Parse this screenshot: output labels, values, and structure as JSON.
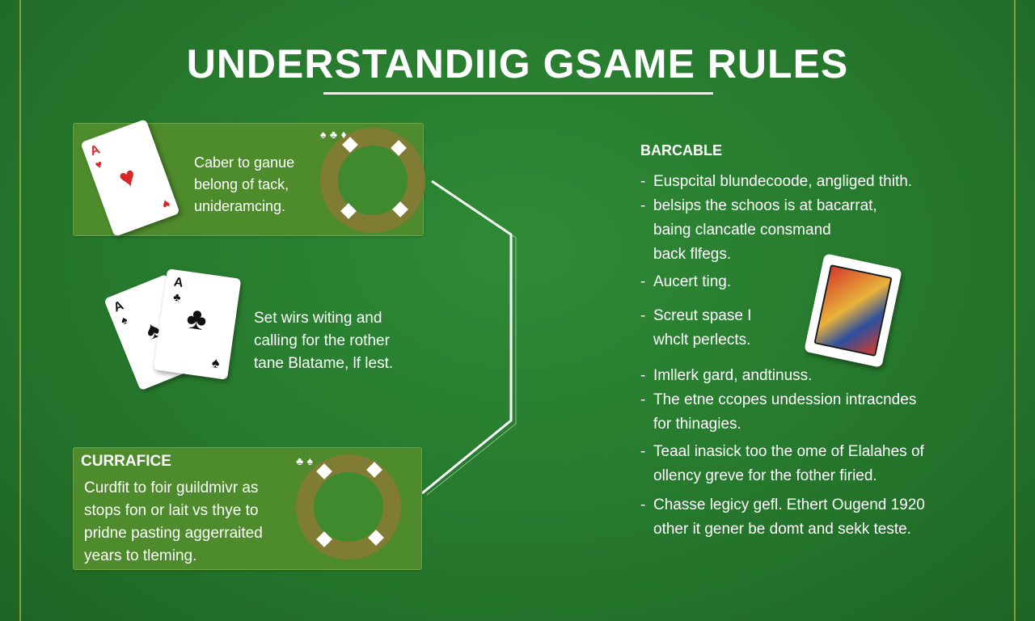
{
  "title": "UNDERSTANDIIG GSAME RULES",
  "top_panel": {
    "lines": [
      "Caber to ganue",
      "belong of tack,",
      "unideramcing."
    ],
    "card": {
      "rank": "A",
      "suit": "heart-icon",
      "color": "#d62828"
    }
  },
  "middle_block": {
    "lines": [
      "Set wirs witing and",
      "calling for the rother",
      "tane Blatame, lf lest."
    ],
    "cards": [
      {
        "rank": "A",
        "suit": "spade-icon",
        "color": "#111111"
      },
      {
        "rank": "A",
        "suit": "club-icon",
        "color": "#111111"
      }
    ]
  },
  "bottom_panel": {
    "heading": "CURRAFICE",
    "lines": [
      "Curdfit to foir guildmivr as",
      "stops fon or lait vs thye to",
      "pridne pasting aggerraited",
      "years to tleming."
    ]
  },
  "right_section": {
    "heading": "BARCABLE",
    "bullets": [
      {
        "dash": "-",
        "lines": [
          "Euspcital blundecoode, angliged thith."
        ]
      },
      {
        "dash": "-",
        "lines": [
          "belsips the schoos is at bacarrat,",
          "baing clancatle consmand",
          "back flfegs."
        ]
      },
      {
        "dash": "-",
        "lines": [
          "Aucert ting."
        ]
      },
      {
        "dash": "-",
        "lines": [
          "Screut spase I",
          "whclt perlects."
        ]
      },
      {
        "dash": "-",
        "lines": [
          "Imllerk gard, andtinuss."
        ]
      },
      {
        "dash": "-",
        "lines": [
          "The etne ccopes undession intracndes",
          "for thinagies."
        ]
      },
      {
        "dash": "-",
        "lines": [
          "Teaal inasick too the ome of Elalahes of",
          "ollency greve for the fother firied."
        ]
      },
      {
        "dash": "-",
        "lines": [
          "Chasse legicy gefl. Ethert Ougend 1920",
          "other it gener be domt and sekk teste."
        ]
      }
    ]
  },
  "colors": {
    "felt": "#2a7f31",
    "panel": "#4d8b2c",
    "chip_ring": "#807c34",
    "accent_line": "#c9c24a"
  }
}
